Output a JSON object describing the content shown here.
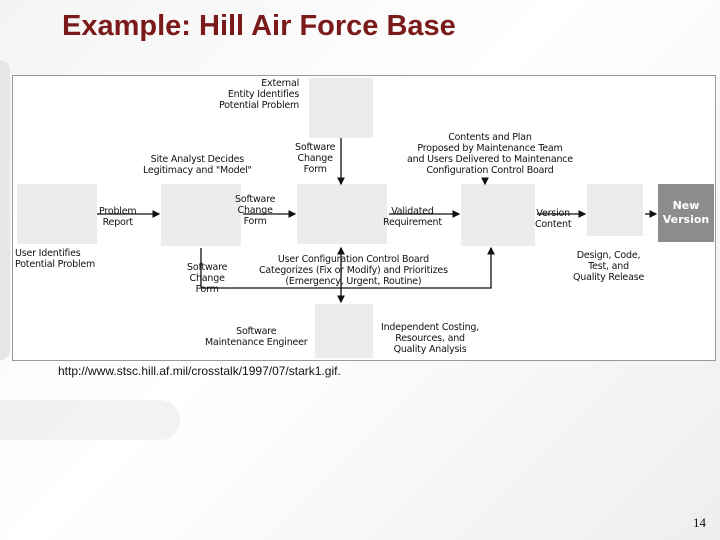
{
  "slide": {
    "title": "Example: Hill Air Force Base",
    "source_url": "http://www.stsc.hill.af.mil/crosstalk/1997/07/stark1.gif.",
    "page_number": "14"
  },
  "diagram": {
    "labels": {
      "external_entity": "External\nEntity Identifies\nPotential Problem",
      "software_change_form_top": "Software\nChange\nForm",
      "site_analyst": "Site Analyst Decides\nLegitimacy and \"Model\"",
      "contents_plan": "Contents and Plan\nProposed by Maintenance Team\nand Users Delivered to Maintenance\nConfiguration Control Board",
      "problem_report": "Problem\nReport",
      "software_change_form_mid": "Software\nChange\nForm",
      "validated_requirement": "Validated\nRequirement",
      "version_content": "Version\nContent",
      "new_version": "New\nVersion",
      "user_identifies": "User Identifies\nPotential Problem",
      "software_change_form_low": "Software\nChange\nForm",
      "ucc_board": "User Configuration Control Board\nCategorizes (Fix or Modify) and Prioritizes\n(Emergency, Urgent, Routine)",
      "design_code": "Design, Code,\nTest, and\nQuality Release",
      "maintenance_engineer": "Software\nMaintenance Engineer",
      "independent_costing": "Independent Costing,\nResources, and\nQuality Analysis"
    }
  }
}
